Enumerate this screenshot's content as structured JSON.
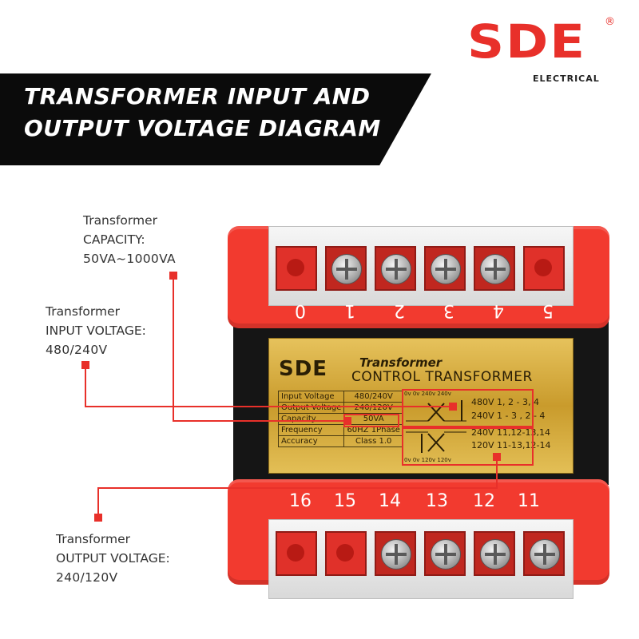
{
  "brand": {
    "logo_text": "SDE",
    "registered_mark": "®",
    "subtitle": "ELECTRICAL",
    "accent_color": "#e8302a"
  },
  "title": {
    "line1": "Transformer Input and",
    "line2": "Output Voltage Diagram"
  },
  "callouts": {
    "capacity": {
      "heading": "Transformer",
      "label": "CAPACITY:",
      "value": "50VA~1000VA"
    },
    "input": {
      "heading": "Transformer",
      "label": "INPUT VOLTAGE:",
      "value": "480/240V"
    },
    "output": {
      "heading": "Transformer",
      "label": "OUTPUT VOLTAGE:",
      "value": "240/120V"
    }
  },
  "terminals": {
    "top": [
      "0",
      "1",
      "2",
      "3",
      "4",
      "5"
    ],
    "bottom": [
      "16",
      "15",
      "14",
      "13",
      "12",
      "11"
    ]
  },
  "nameplate": {
    "brand": "SDE",
    "tag1": "Transformer",
    "tag2": "CONTROL TRANSFORMER",
    "specs": [
      {
        "key": "Input Voltage",
        "value": "480/240V"
      },
      {
        "key": "Output Voltage",
        "value": "240/120V"
      },
      {
        "key": "Capacity",
        "value": "50VA"
      },
      {
        "key": "Frequency",
        "value": "60HZ 1Phase"
      },
      {
        "key": "Accuracy",
        "value": "Class 1.0"
      }
    ],
    "primary_tags": "0v 0v 240v 240v",
    "secondary_tags": "0v 0v 120v 120v",
    "wiring": [
      "480V 1, 2 - 3, 4",
      "240V 1 - 3 , 2 - 4",
      "240V 11,12-13,14",
      "120V 11-13,12-14"
    ]
  }
}
